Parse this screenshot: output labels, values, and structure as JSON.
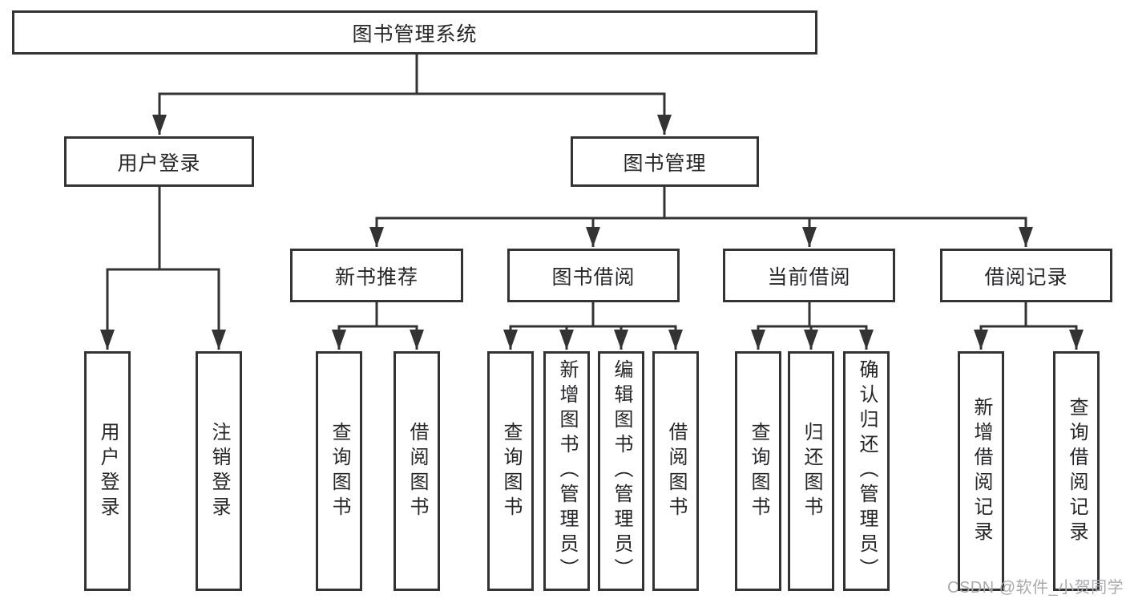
{
  "diagram": {
    "title": "图书管理系统",
    "root": {
      "label": "图书管理系统"
    },
    "level2": [
      {
        "id": "user-login",
        "label": "用户登录"
      },
      {
        "id": "book-management",
        "label": "图书管理"
      }
    ],
    "level3": [
      {
        "id": "new-book-recommend",
        "label": "新书推荐",
        "parent": "图书管理"
      },
      {
        "id": "book-borrowing",
        "label": "图书借阅",
        "parent": "图书管理"
      },
      {
        "id": "current-borrowing",
        "label": "当前借阅",
        "parent": "图书管理"
      },
      {
        "id": "borrowing-records",
        "label": "借阅记录",
        "parent": "图书管理"
      }
    ],
    "leaves": [
      {
        "label": "用户登录",
        "parent": "用户登录"
      },
      {
        "label": "注销登录",
        "parent": "用户登录"
      },
      {
        "label": "查询图书",
        "parent": "新书推荐"
      },
      {
        "label": "借阅图书",
        "parent": "新书推荐"
      },
      {
        "label": "查询图书",
        "parent": "图书借阅"
      },
      {
        "label": "新增图书（管理员）",
        "parent": "图书借阅"
      },
      {
        "label": "编辑图书（管理员）",
        "parent": "图书借阅"
      },
      {
        "label": "借阅图书",
        "parent": "图书借阅"
      },
      {
        "label": "查询图书",
        "parent": "当前借阅"
      },
      {
        "label": "归还图书",
        "parent": "当前借阅"
      },
      {
        "label": "确认归还（管理员）",
        "parent": "当前借阅"
      },
      {
        "label": "新增借阅记录",
        "parent": "借阅记录"
      },
      {
        "label": "查询借阅记录",
        "parent": "借阅记录"
      }
    ]
  },
  "watermark": {
    "text": "CSDN @软件_小贺同学"
  },
  "colors": {
    "line": "#333333",
    "text": "#26262a",
    "watermark": "#a9a9ae",
    "background": "#ffffff"
  }
}
